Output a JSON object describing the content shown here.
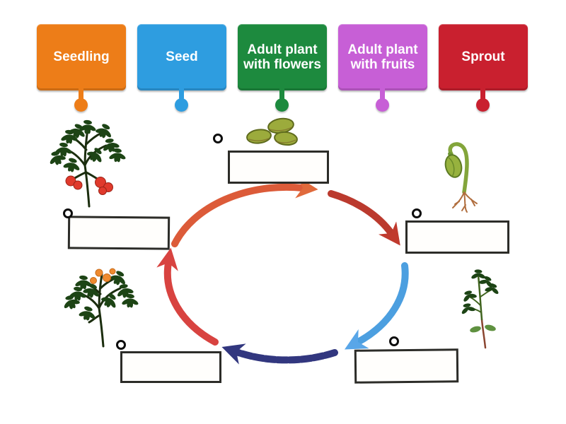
{
  "labels": [
    {
      "text": "Seedling",
      "color": "#ED7D18"
    },
    {
      "text": "Seed",
      "color": "#2E9DE0"
    },
    {
      "text": "Adult plant with flowers",
      "color": "#1D8A3E"
    },
    {
      "text": "Adult plant with fruits",
      "color": "#C75FD6"
    },
    {
      "text": "Sprout",
      "color": "#C9202F"
    }
  ],
  "diagram": {
    "drop_zones": [
      {
        "position": "top",
        "value": ""
      },
      {
        "position": "upper-left",
        "value": ""
      },
      {
        "position": "upper-right",
        "value": ""
      },
      {
        "position": "lower-left",
        "value": ""
      },
      {
        "position": "lower-right",
        "value": ""
      }
    ],
    "images": [
      "seeds",
      "germinating-sprout",
      "young-seedling",
      "adult-plant-with-flowers",
      "adult-plant-with-fruits"
    ],
    "arrow_colors": {
      "top_left": "#DC5B39",
      "top_right": "#BB3A2E",
      "right": "#4C9FE0",
      "bottom": "#32377F",
      "left": "#D84340"
    }
  }
}
